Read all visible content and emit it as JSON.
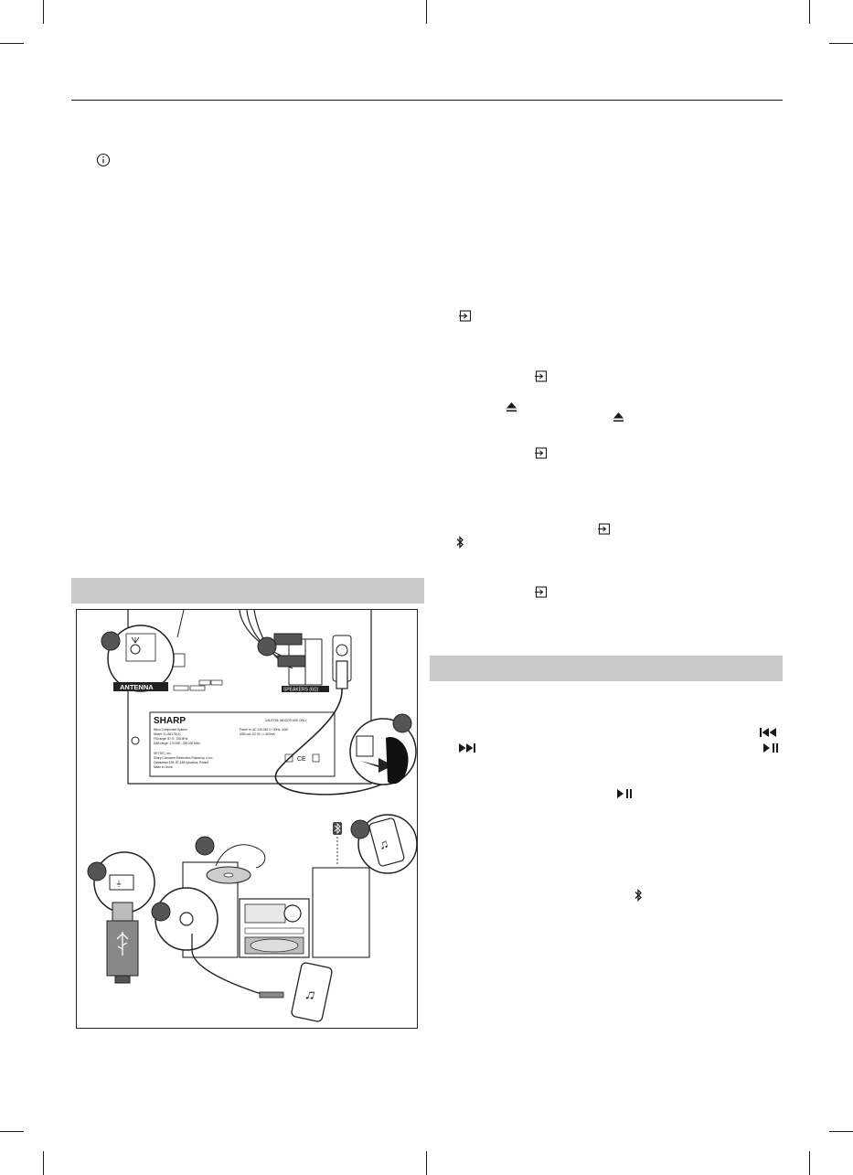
{
  "diagram": {
    "antenna_label": "ANTENNA",
    "brand_label": "SHARP",
    "caution_text": "CAUTION: INDOOR USE ONLY",
    "label_lines": [
      "Micro Component System",
      "Model: XL-B517D(X)",
      "FM range: 87.5 - 108 MHz",
      "DAB range: 174.928 - 239.200 MHz"
    ],
    "power_lines": [
      "Power In: AC 220-240 V~ 50Hz, 34W",
      "USB out: DC 5V == 500mA"
    ],
    "company_lines": [
      "SKYTEC, Inc.",
      "Sharp Consumer Electronics Poland sp. z o.o.",
      "Ostaszewo 57B, 87-148 Łysomice, Poland",
      "Made in China"
    ],
    "speaker_out_label": "SPEAKERS (6Ω)"
  }
}
